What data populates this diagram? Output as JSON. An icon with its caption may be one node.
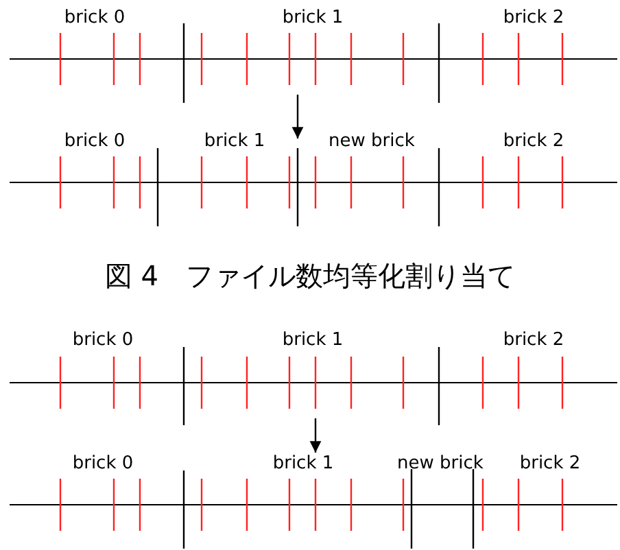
{
  "diagram": {
    "caption": "図 4　ファイル数均等化割り当て",
    "labels": [
      "brick 0",
      "brick 1",
      "brick 2",
      "brick 0",
      "brick 1",
      "new brick",
      "brick 2",
      "brick 0",
      "brick 1",
      "brick 2",
      "brick 0",
      "brick 1",
      "new brick",
      "brick 2"
    ]
  }
}
